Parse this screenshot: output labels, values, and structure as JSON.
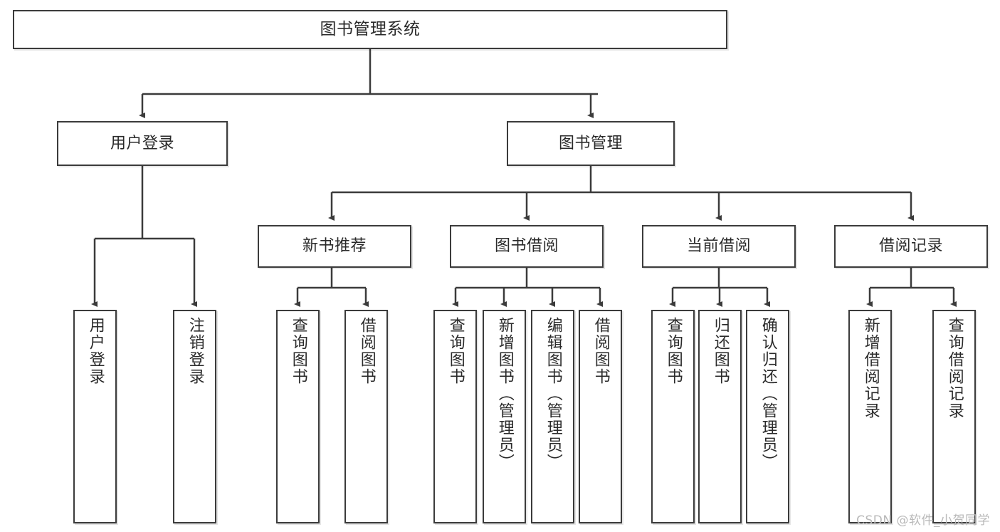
{
  "diagram": {
    "title": "图书管理系统",
    "root": {
      "label": "图书管理系统"
    },
    "level1": [
      {
        "label": "用户登录"
      },
      {
        "label": "图书管理"
      }
    ],
    "level2": [
      {
        "label": "新书推荐"
      },
      {
        "label": "图书借阅"
      },
      {
        "label": "当前借阅"
      },
      {
        "label": "借阅记录"
      }
    ],
    "leaves": {
      "user_login": [
        {
          "label": "用户登录"
        },
        {
          "label": "注销登录"
        }
      ],
      "new_book": [
        {
          "label": "查询图书"
        },
        {
          "label": "借阅图书"
        }
      ],
      "book_borrow": [
        {
          "label": "查询图书"
        },
        {
          "label": "新增图书（管理员）"
        },
        {
          "label": "编辑图书（管理员）"
        },
        {
          "label": "借阅图书"
        }
      ],
      "current_borrow": [
        {
          "label": "查询图书"
        },
        {
          "label": "归还图书"
        },
        {
          "label": "确认归还（管理员）"
        }
      ],
      "borrow_record": [
        {
          "label": "新增借阅记录"
        },
        {
          "label": "查询借阅记录"
        }
      ]
    }
  },
  "watermark": "CSDN @软件_小贺同学",
  "colors": {
    "stroke": "#3b3b3b",
    "text": "#2a2a2a",
    "background": "#ffffff",
    "watermark": "#b9b9b9"
  }
}
